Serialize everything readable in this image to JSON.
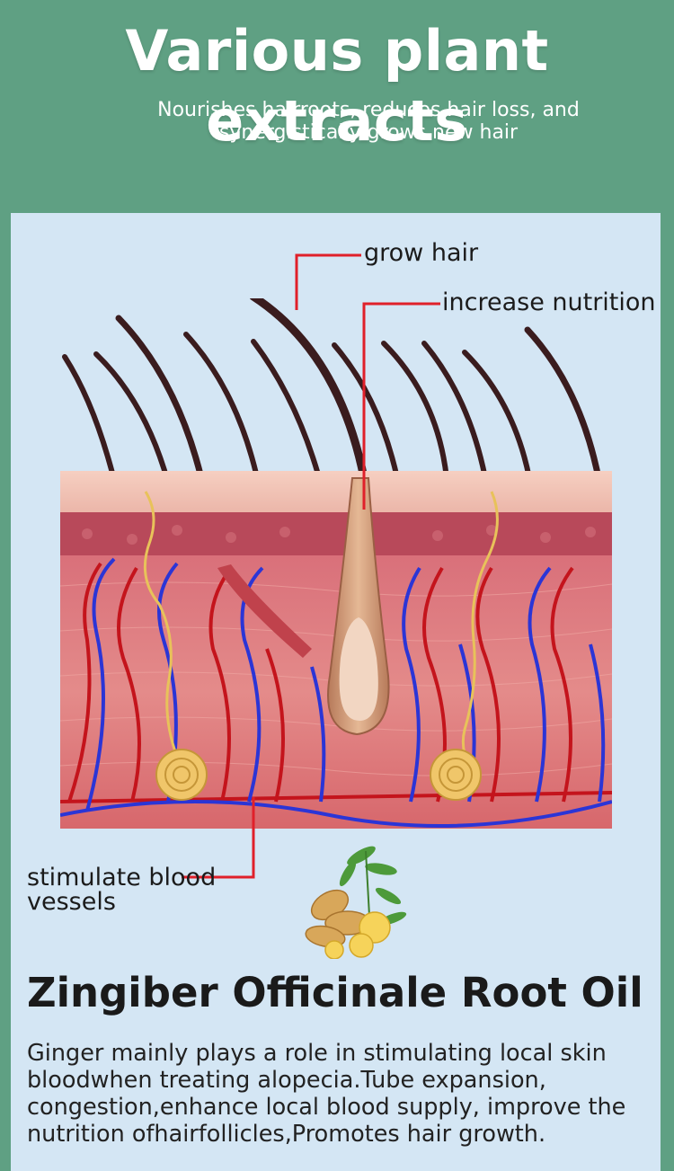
{
  "header": {
    "title": "Various plant extracts",
    "subtitle": "Nourishes hairroots, reduces hair loss, and synergistically grows new hair"
  },
  "diagram": {
    "labels": {
      "grow_hair": "grow hair",
      "increase_nutrition": "increase nutrition",
      "stimulate_blood_vessels": "stimulate blood vessels"
    },
    "colors": {
      "background": "#5fa083",
      "panel": "#d4e6f4",
      "leader_line": "#e0202a",
      "vein": "#2b35d6",
      "artery": "#c4141c",
      "nerve": "#e8c25a"
    }
  },
  "ingredient": {
    "name": "Zingiber Officinale Root Oil",
    "description": "Ginger mainly plays a role in stimulating local skin bloodwhen treating alopecia.Tube expansion, congestion,enhance local blood supply, improve the nutrition ofhairfollicles,Promotes hair growth."
  }
}
